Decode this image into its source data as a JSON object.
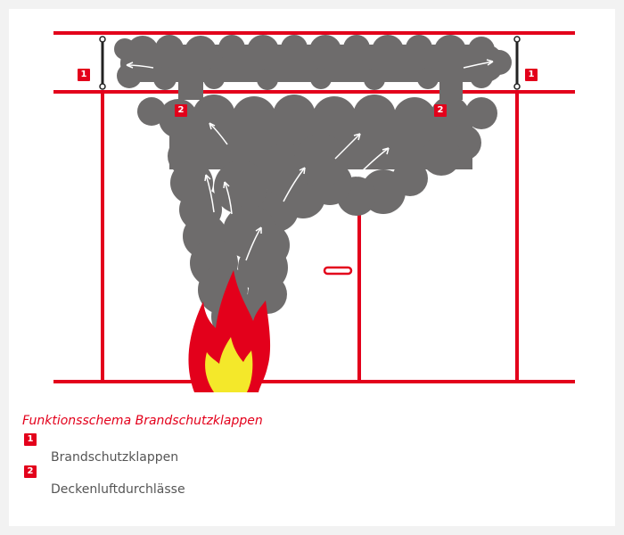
{
  "colors": {
    "red": "#e3001b",
    "smoke": "#6e6c6c",
    "flame_outer": "#e3001b",
    "flame_inner": "#f4e82a",
    "text": "#555555"
  },
  "markers": {
    "damper": "1",
    "ceiling_outlet": "2"
  },
  "caption": "Funktionsschema Brandschutzklappen",
  "legend": [
    {
      "number": "1",
      "label": "Brandschutzklappen"
    },
    {
      "number": "2",
      "label": "Deckenluftdurchlässe"
    }
  ]
}
